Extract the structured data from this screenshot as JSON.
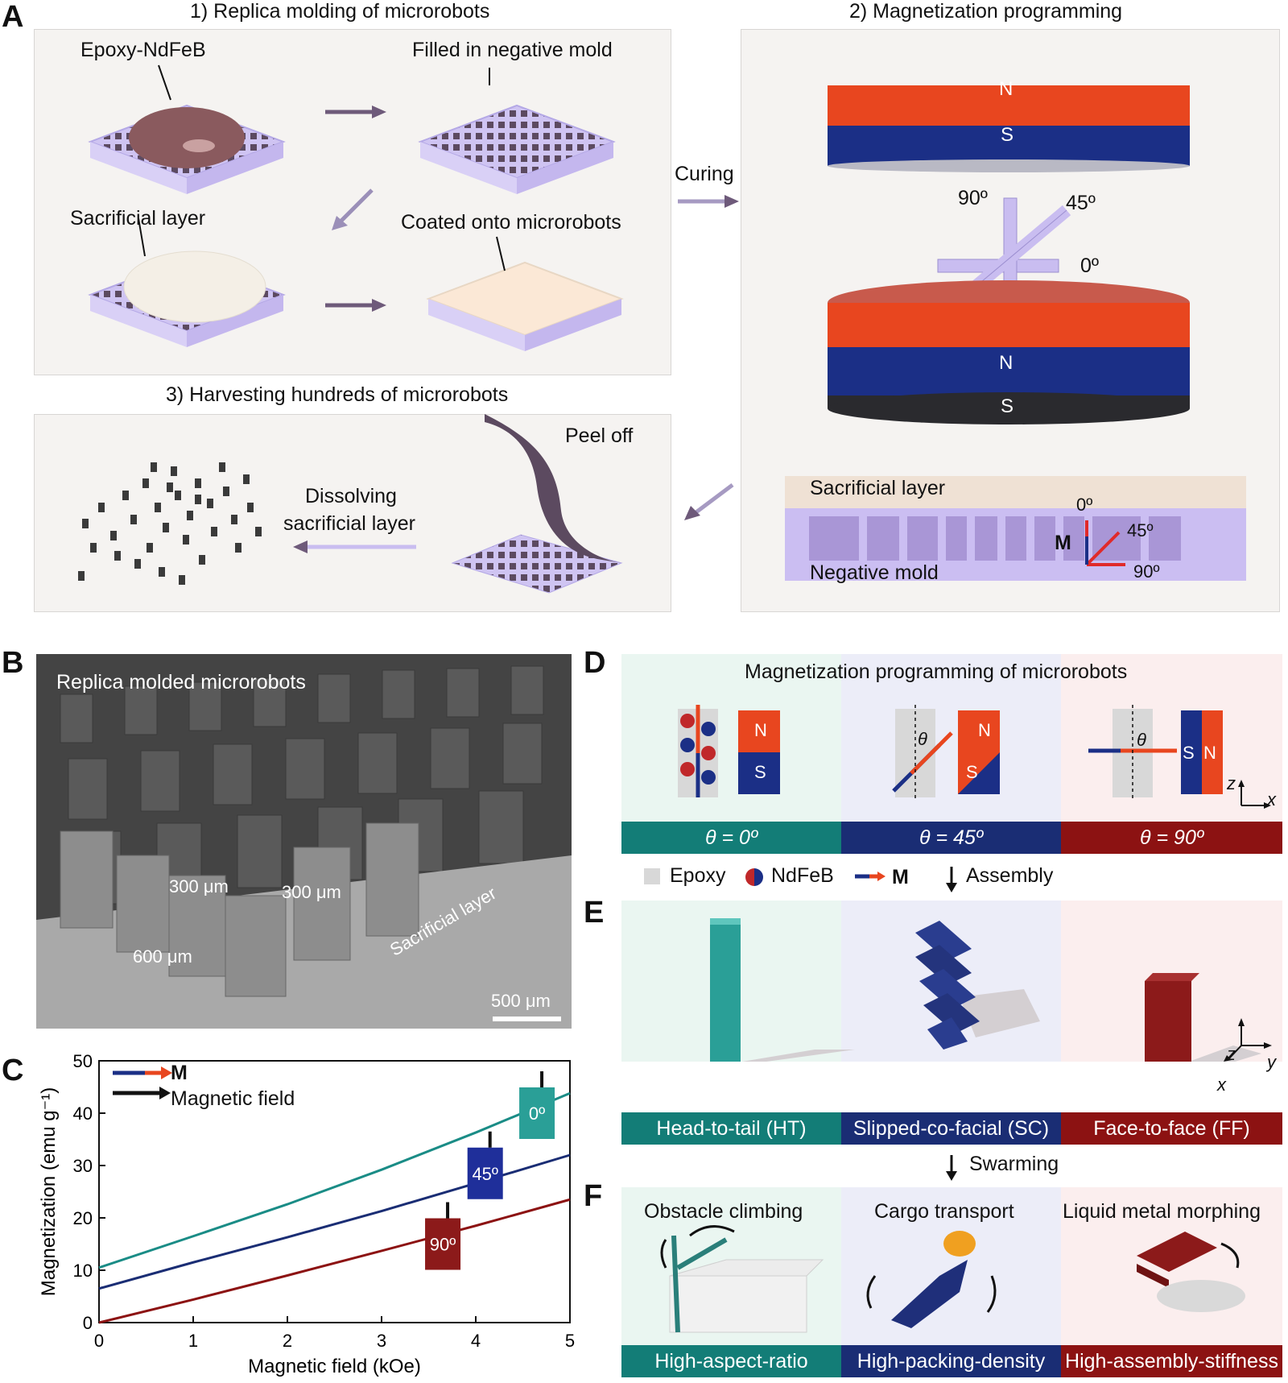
{
  "panels": {
    "A": "A",
    "B": "B",
    "C": "C",
    "D": "D",
    "E": "E",
    "F": "F"
  },
  "panelA": {
    "step1_title": "1) Replica molding of microrobots",
    "step2_title": "2) Magnetization programming",
    "step3_title": "3) Harvesting hundreds of microrobots",
    "epoxy_label": "Epoxy-NdFeB",
    "filled_label": "Filled in negative mold",
    "sacrificial_label": "Sacrificial layer",
    "coated_label": "Coated onto microrobots",
    "curing_label": "Curing",
    "peel_label": "Peel off",
    "dissolve_label_1": "Dissolving",
    "dissolve_label_2": "sacrificial layer",
    "magnet_N": "N",
    "magnet_S": "S",
    "angle_90": "90º",
    "angle_45": "45º",
    "angle_0": "0º",
    "inset_sacrificial": "Sacrificial layer",
    "inset_mold": "Negative mold",
    "inset_M": "M",
    "inset_0": "0º",
    "inset_45": "45º",
    "inset_90": "90º"
  },
  "panelB": {
    "title": "Replica molded microrobots",
    "dim_width1": "300 μm",
    "dim_width2": "300 μm",
    "dim_height": "600 μm",
    "sacrificial": "Sacrificial layer",
    "scalebar": "500 μm"
  },
  "panelC": {
    "legend_M": "M",
    "legend_field": "Magnetic field",
    "label_0": "0º",
    "label_45": "45º",
    "label_90": "90º"
  },
  "chart_data": {
    "type": "line",
    "xlabel": "Magnetic field (kOe)",
    "ylabel": "Magnetization (emu g⁻¹)",
    "xlim": [
      0,
      5
    ],
    "ylim": [
      0,
      50
    ],
    "xticks": [
      0,
      1,
      2,
      3,
      4,
      5
    ],
    "yticks": [
      0,
      10,
      20,
      30,
      40,
      50
    ],
    "series": [
      {
        "name": "0º",
        "color": "#1a8c86",
        "x": [
          0,
          1,
          2,
          3,
          4,
          5
        ],
        "y": [
          10.5,
          16.5,
          22.6,
          29.2,
          36.3,
          43.8
        ]
      },
      {
        "name": "45º",
        "color": "#1a2d74",
        "x": [
          0,
          1,
          2,
          3,
          4,
          5
        ],
        "y": [
          6.5,
          11.5,
          16.3,
          21.3,
          26.6,
          32.0
        ]
      },
      {
        "name": "90º",
        "color": "#8c1212",
        "x": [
          0,
          1,
          2,
          3,
          4,
          5
        ],
        "y": [
          0,
          4.4,
          9.0,
          13.7,
          18.5,
          23.5
        ]
      }
    ]
  },
  "panelD": {
    "title": "Magnetization programming of microrobots",
    "caption_0": "θ = 0º",
    "caption_45": "θ = 45º",
    "caption_90": "θ = 90º",
    "N": "N",
    "S": "S",
    "theta": "θ",
    "axis_z": "z",
    "axis_x": "x",
    "legend_epoxy": "Epoxy",
    "legend_ndfeb": "NdFeB",
    "legend_M": "M",
    "assembly": "Assembly"
  },
  "panelE": {
    "caption_HT": "Head-to-tail (HT)",
    "caption_SC": "Slipped-co-facial (SC)",
    "caption_FF": "Face-to-face (FF)",
    "axis_z": "z",
    "axis_y": "y",
    "axis_x": "x",
    "swarming": "Swarming"
  },
  "panelF": {
    "title_1": "Obstacle climbing",
    "title_2": "Cargo transport",
    "title_3": "Liquid metal morphing",
    "caption_1": "High-aspect-ratio",
    "caption_2": "High-packing-density",
    "caption_3": "High-assembly-stiffness"
  },
  "colors": {
    "teal": "#137d77",
    "navy": "#1a2d74",
    "red": "#8c1212",
    "magnetRed": "#e8461f",
    "magnetBlue": "#1b2f86",
    "mold": "#c9bdf0"
  }
}
